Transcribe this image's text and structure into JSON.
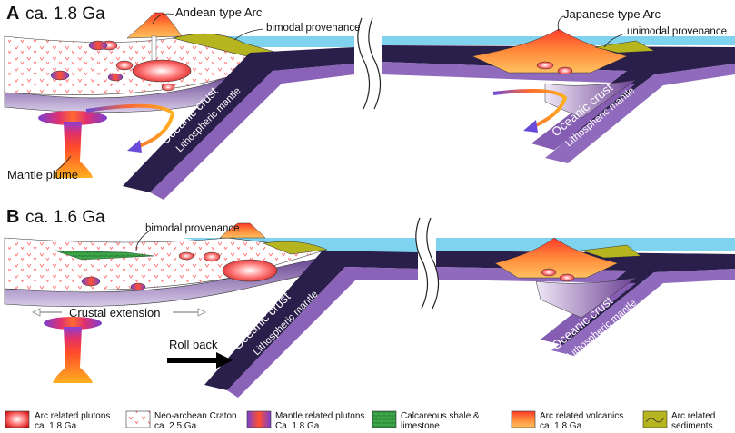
{
  "panel_a": {
    "letter": "A",
    "age": "ca. 1.8 Ga",
    "andean_arc": "Andean type Arc",
    "japanese_arc": "Japanese type Arc",
    "bimodal": "bimodal provenance",
    "unimodal": "unimodal provenance",
    "oceanic_crust": "Oceanic crust",
    "lithospheric_mantle": "Lithospheric mantle",
    "mantle_plume": "Mantle plume"
  },
  "panel_b": {
    "letter": "B",
    "age": "ca. 1.6 Ga",
    "bimodal": "bimodal provenance",
    "crustal_extension": "Crustal extension",
    "roll_back": "Roll back",
    "oceanic_crust": "Oceanic crust",
    "lithospheric_mantle": "Lithospheric mantle"
  },
  "legend": [
    {
      "line1": "Arc related plutons",
      "line2": "ca. 1.8 Ga",
      "swatch": "arc-plutons"
    },
    {
      "line1": "Neo-archean Craton",
      "line2": "ca. 2.5 Ga",
      "swatch": "craton"
    },
    {
      "line1": "Mantle related plutons",
      "line2": "Ca. 1.8 Ga",
      "swatch": "mantle-plutons"
    },
    {
      "line1": "Calcareous shale &",
      "line2": "limestone",
      "swatch": "shale"
    },
    {
      "line1": "Arc related volcanics",
      "line2": "ca. 1.8 Ga",
      "swatch": "volcanics"
    },
    {
      "line1": "Arc related",
      "line2": "sediments",
      "swatch": "sediments"
    }
  ],
  "colors": {
    "ocean": "#7fd3ee",
    "oceanic_crust": "#2a1f4a",
    "lithospheric_mantle_top": "#6a3f92",
    "lithospheric_mantle_bottom": "#c6b4dc",
    "craton_fill": "#ffffff",
    "sediment": "#b7b51f",
    "shale": "#4caf50",
    "plume_top": "#8a3fd6",
    "plume_mid": "#ff4a2a",
    "plume_bottom": "#ffb020"
  }
}
